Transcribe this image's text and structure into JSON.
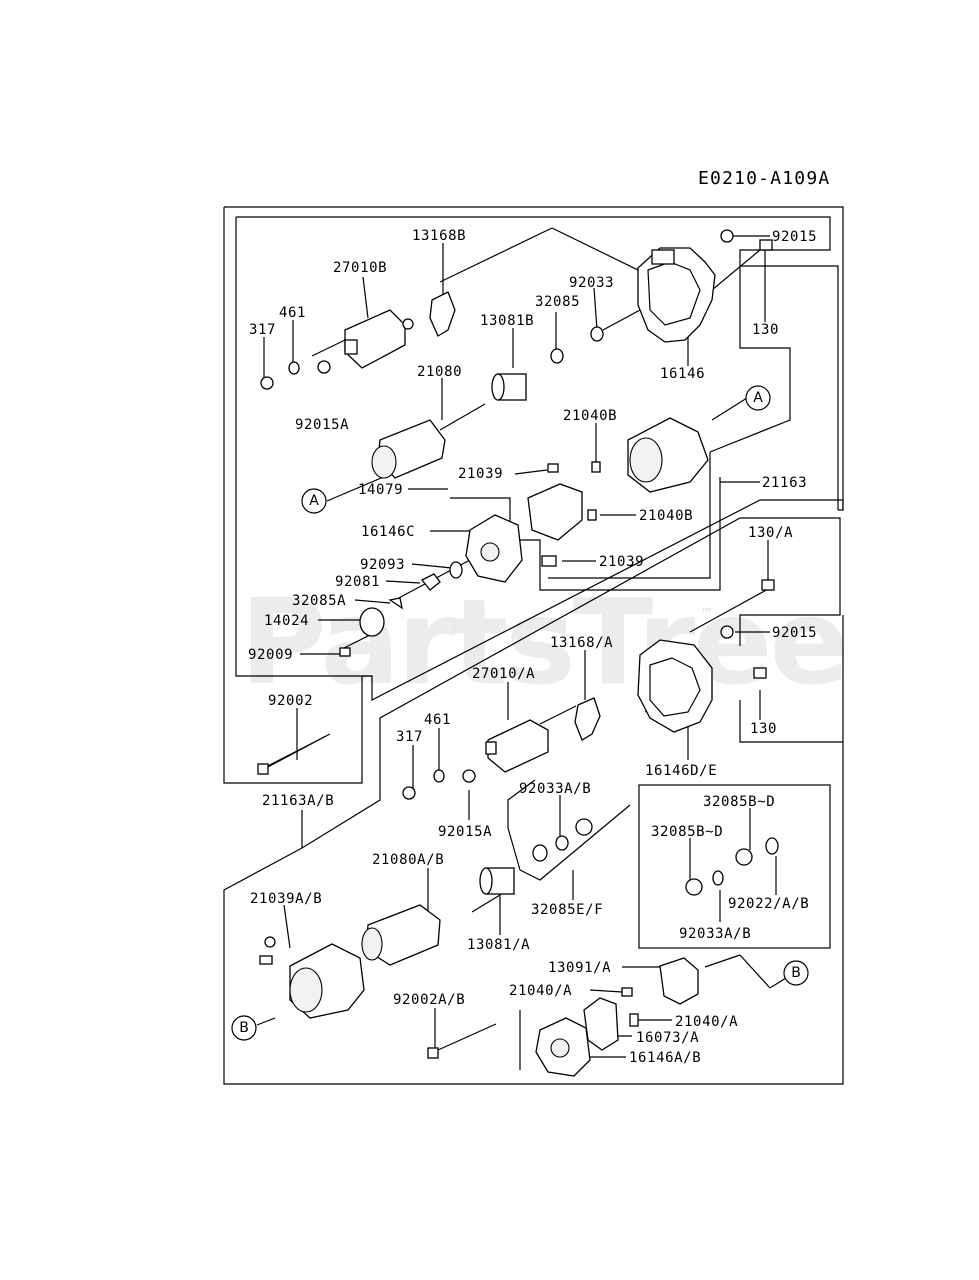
{
  "diagram_code": "E0210-A109A",
  "watermark": {
    "text": "PartsTree",
    "trademark": "™"
  },
  "callouts": {
    "A": "A",
    "B": "B"
  },
  "labels": {
    "p92015": "92015",
    "p13168b": "13168B",
    "p27010b": "27010B",
    "p92033": "92033",
    "p461": "461",
    "p32085": "32085",
    "p130": "130",
    "p317": "317",
    "p13081b": "13081B",
    "p16146": "16146",
    "p21080": "21080",
    "p92015a": "92015A",
    "p21040b_1": "21040B",
    "p21039_1": "21039",
    "p14079": "14079",
    "p21163": "21163",
    "p16146c": "16146C",
    "p21040b_2": "21040B",
    "p130a": "130/A",
    "p92093": "92093",
    "p21039_2": "21039",
    "p92081": "92081",
    "p32085a": "32085A",
    "p14024": "14024",
    "p92015_2": "92015",
    "p13168a": "13168/A",
    "p92009": "92009",
    "p27010a": "27010/A",
    "p130_2": "130",
    "p92002": "92002",
    "p461_2": "461",
    "p317_2": "317",
    "p16146de": "16146D/E",
    "p92033ab": "92033A/B",
    "p32085bd_1": "32085B~D",
    "p21163ab": "21163A/B",
    "p92015a_2": "92015A",
    "p32085bd_2": "32085B~D",
    "p21080ab": "21080A/B",
    "p21039ab": "21039A/B",
    "p32085ef": "32085E/F",
    "p92022ab": "92022/A/B",
    "p13081a": "13081/A",
    "p92033ab_2": "92033A/B",
    "p13091a": "13091/A",
    "p21040a_1": "21040/A",
    "p92002ab": "92002A/B",
    "p21040a_2": "21040/A",
    "p16073a": "16073/A",
    "p16146ab": "16146A/B"
  }
}
